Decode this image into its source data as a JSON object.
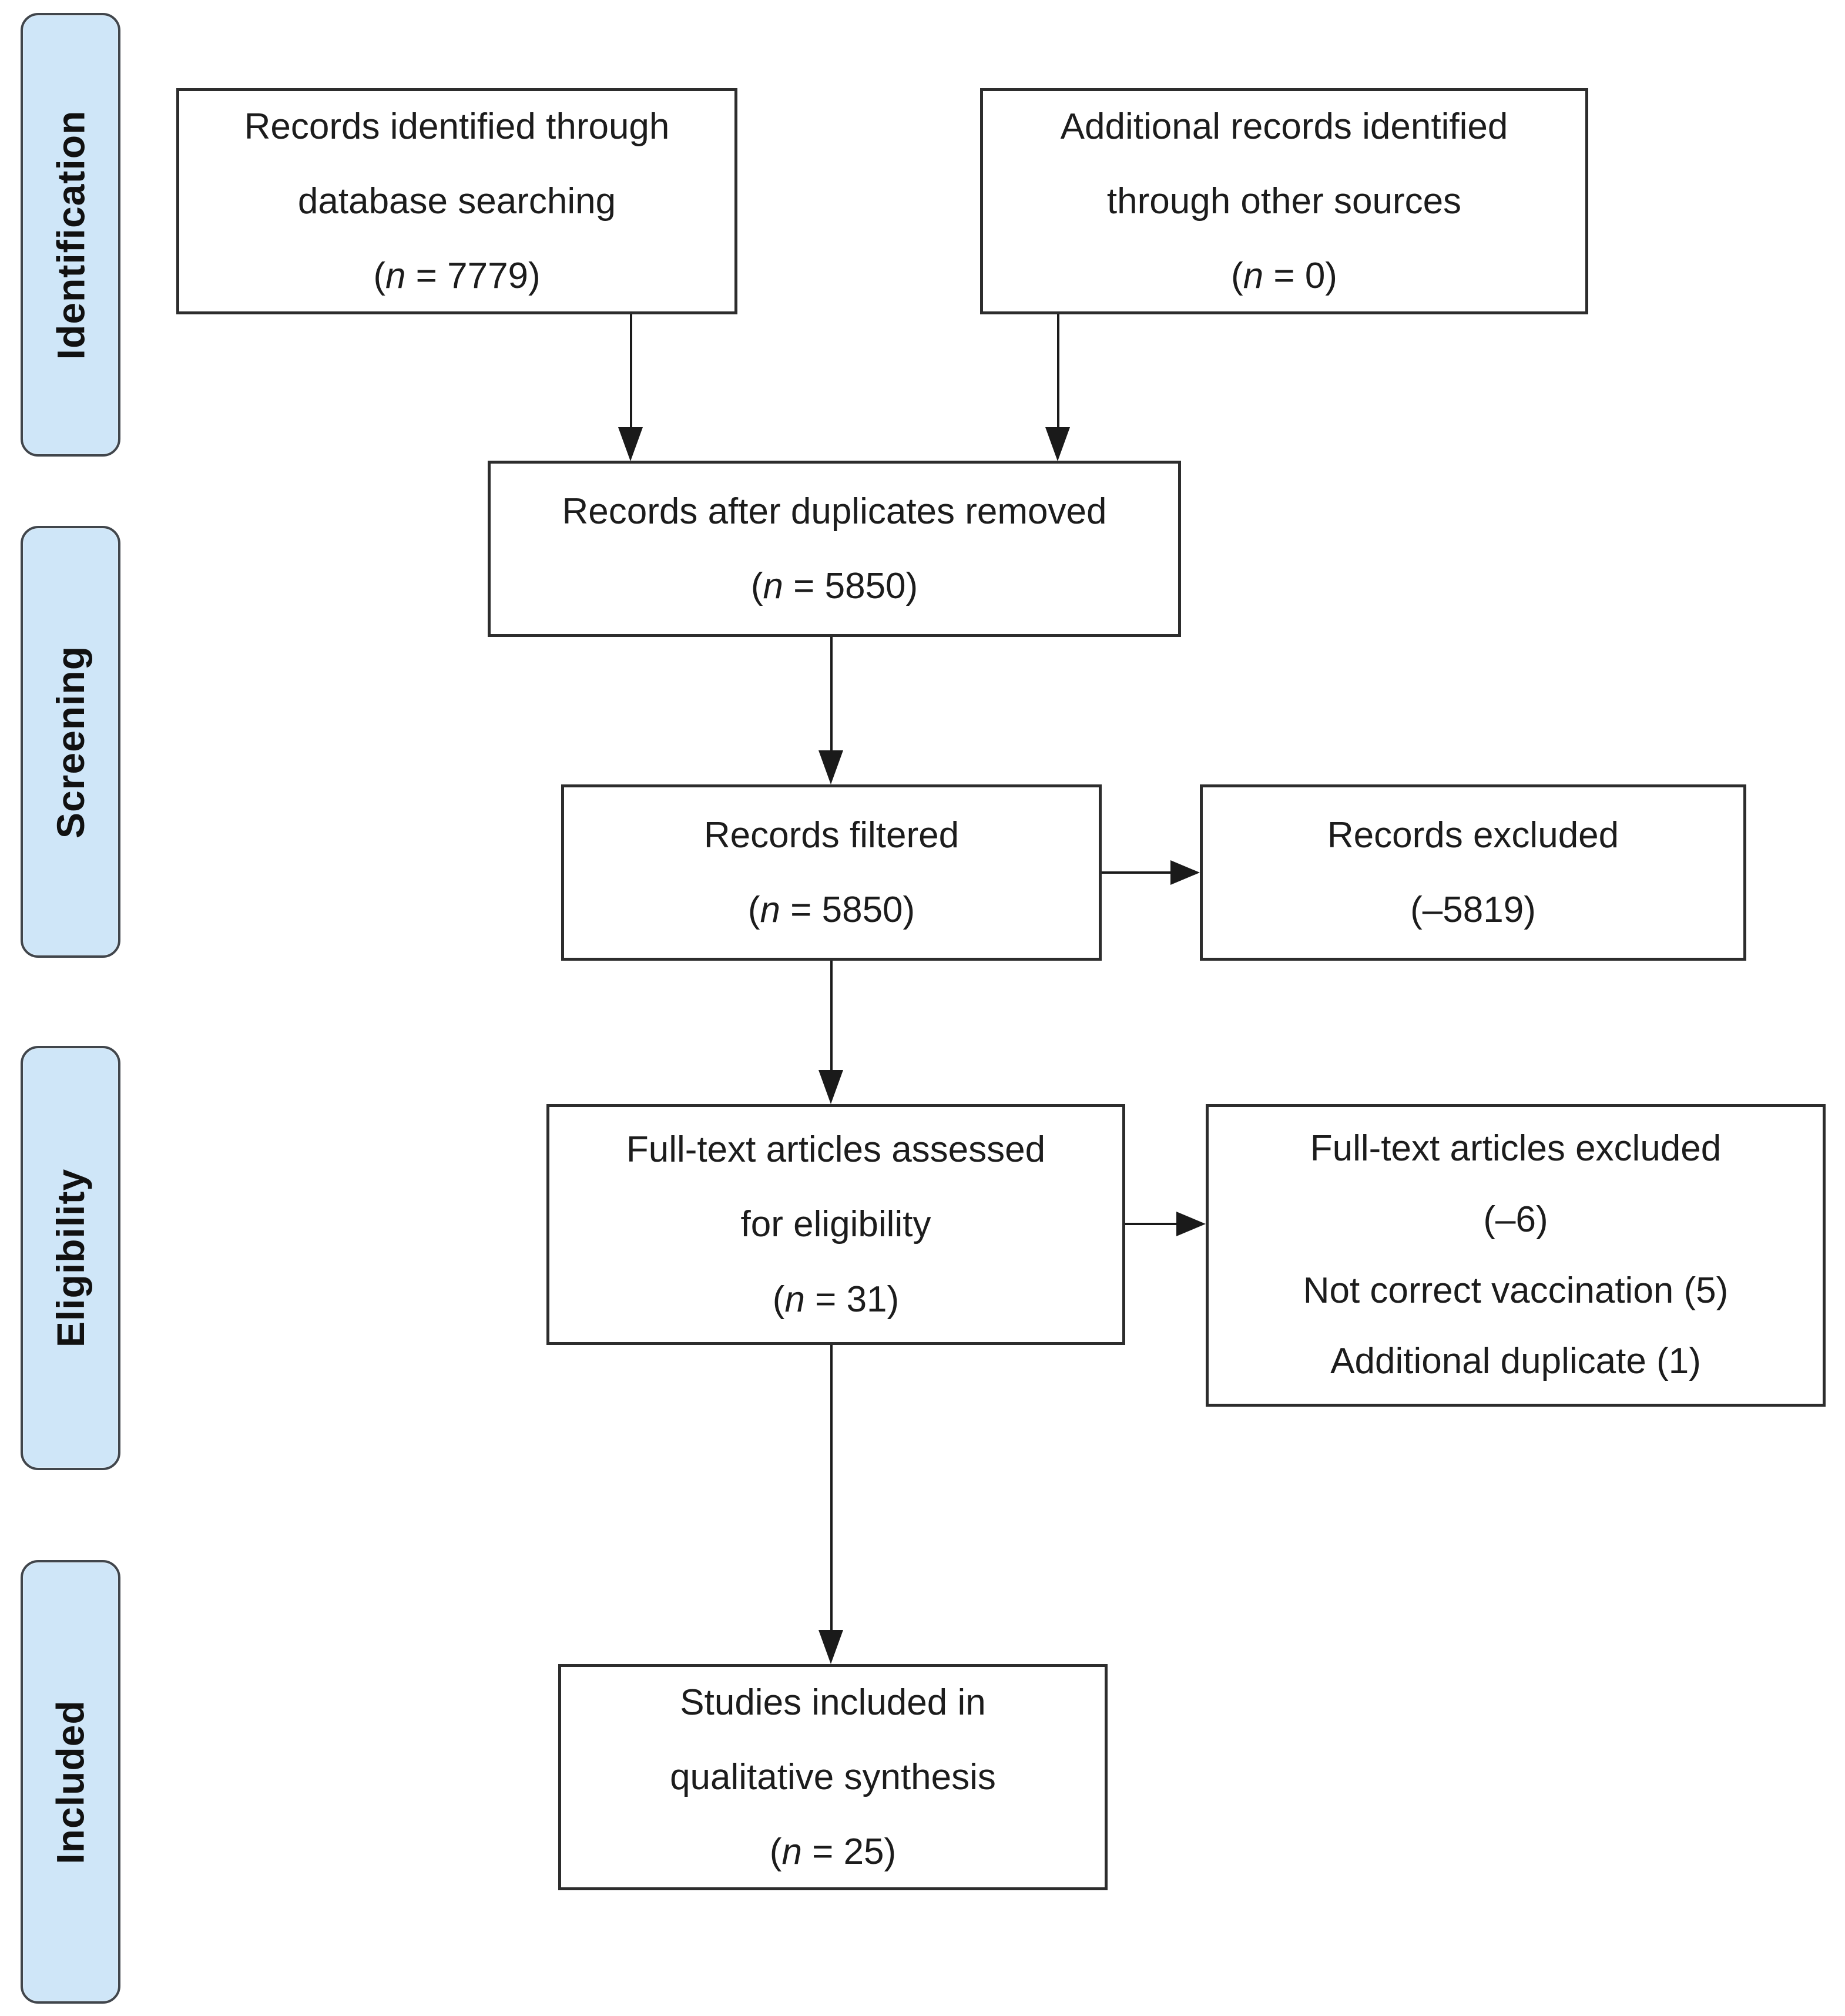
{
  "stages": [
    {
      "label": "Identification"
    },
    {
      "label": "Screening"
    },
    {
      "label": "Eligibility"
    },
    {
      "label": "Included"
    }
  ],
  "boxes": {
    "identified": {
      "line1": "Records identified through",
      "line2": "database searching",
      "n_open": "(",
      "n_var": "n",
      "n_rest": " = 7779)"
    },
    "additional": {
      "line1": "Additional records identified",
      "line2": "through other sources",
      "n_open": "(",
      "n_var": "n",
      "n_rest": " = 0)"
    },
    "after_duplicates": {
      "line1": "Records after duplicates removed",
      "n_open": "(",
      "n_var": "n",
      "n_rest": " = 5850)"
    },
    "filtered": {
      "line1": "Records filtered",
      "n_open": "(",
      "n_var": "n",
      "n_rest": " = 5850)"
    },
    "records_excluded": {
      "line1": "Records excluded",
      "line2": "(–5819)"
    },
    "fulltext_assessed": {
      "line1": "Full-text articles assessed",
      "line2": "for eligibility",
      "n_open": "(",
      "n_var": "n",
      "n_rest": " = 31)"
    },
    "fulltext_excluded": {
      "line1": "Full-text articles excluded",
      "line2": "(–6)",
      "line3": "Not correct vaccination (5)",
      "line4": "Additional duplicate (1)"
    },
    "studies_included": {
      "line1": "Studies included in",
      "line2": "qualitative synthesis",
      "n_open": "(",
      "n_var": "n",
      "n_rest": " = 25)"
    }
  },
  "colors": {
    "stage_fill": "#cfe6f8",
    "stage_border": "#41464c",
    "box_border": "#2d2d2d",
    "arrow": "#1a1a1a",
    "text": "#1c1c1c",
    "bg": "#ffffff"
  }
}
